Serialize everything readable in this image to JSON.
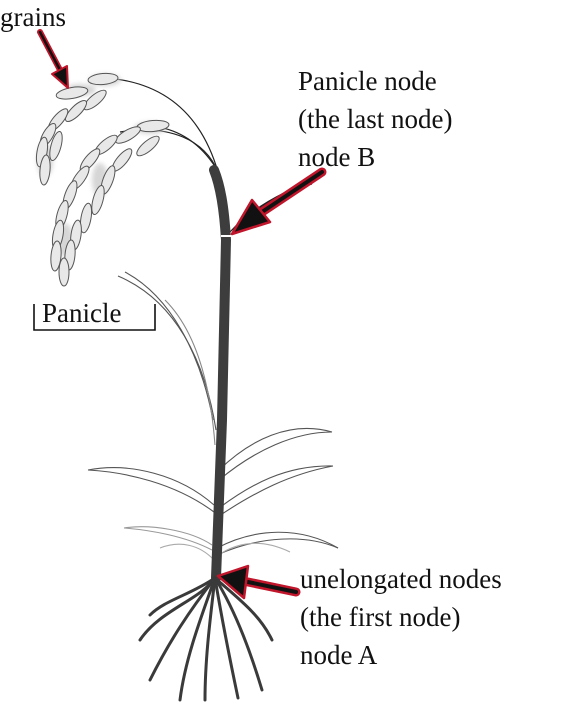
{
  "labels": {
    "grains": "grains",
    "panicle_node": [
      "Panicle node",
      "(the last node)",
      "node B"
    ],
    "panicle": "Panicle",
    "unelongated_nodes": [
      "unelongated nodes",
      "(the first node)",
      "node A"
    ]
  },
  "colors": {
    "stem": "#3d3d3d",
    "arrow_outline": "#c0152a",
    "arrow_fill": "#111111",
    "grain_fill": "#e8e8e8",
    "grain_stroke": "#555555",
    "leaf_stroke": "#555555"
  }
}
